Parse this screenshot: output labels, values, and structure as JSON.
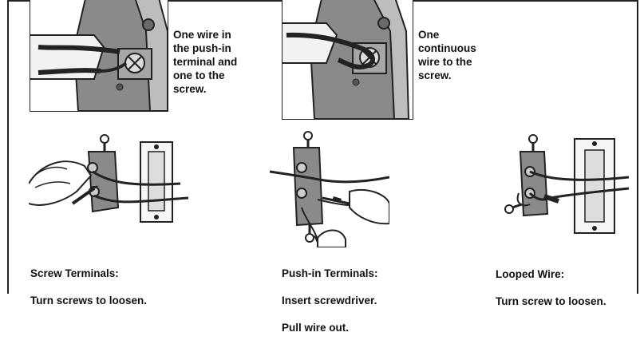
{
  "detail_panels": [
    {
      "caption": "One wire in\nthe push-in\nterminal and\none to the\nscrew."
    },
    {
      "caption": "One\ncontinuous\nwire to the\nscrew."
    }
  ],
  "methods": [
    {
      "title": "Screw Terminals:",
      "line1": "Turn screws to loosen.",
      "line2": ""
    },
    {
      "title": "Push-in Terminals:",
      "line1": "Insert screwdriver.",
      "line2": "Pull wire out."
    },
    {
      "title": "Looped Wire:",
      "line1": "Turn screw to loosen.",
      "line2": ""
    }
  ]
}
